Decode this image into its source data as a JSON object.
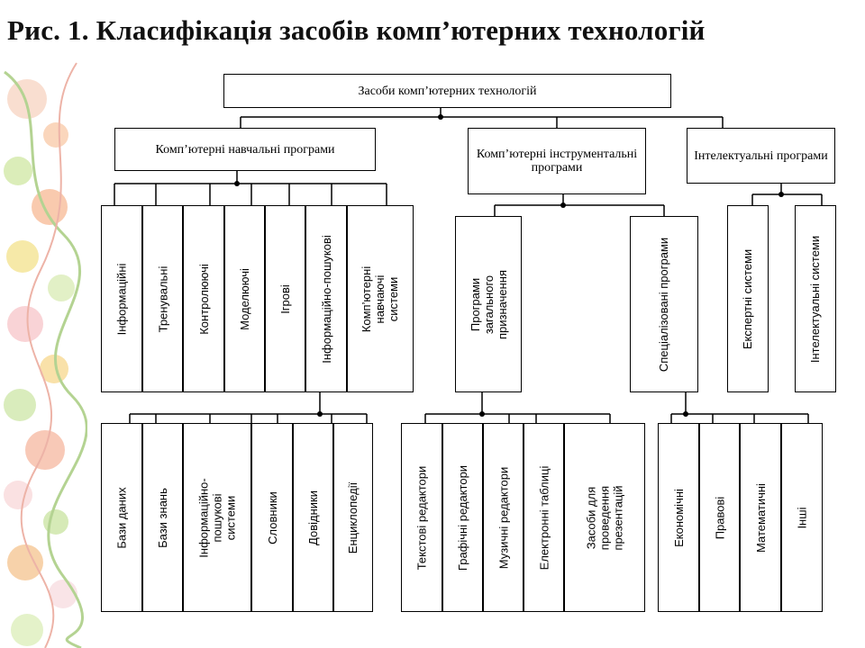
{
  "title": "Рис. 1. Класифікація засобів комп’ютерних технологій",
  "root": "Засоби комп’ютерних технологій",
  "groups": {
    "educational": {
      "label": "Комп’ютерні навчальні програми",
      "items": [
        "Інформаційні",
        "Тренувальні",
        "Контролюючі",
        "Моделюючі",
        "Ігрові",
        "Інформаційно-пошукові",
        "Комп’ютерні навчаючі системи"
      ],
      "sub_items": [
        "Бази даних",
        "Бази знань",
        "Інформаційно-пошукові системи",
        "Словники",
        "Довідники",
        "Енциклопедії"
      ]
    },
    "instrumental": {
      "label": "Комп’ютерні інструментальні програми",
      "general": "Програми загального призначення",
      "special": "Спеціалізовані програми",
      "general_items": [
        "Текстові редактори",
        "Графічні редактори",
        "Музичні редактори",
        "Електронні таблиці",
        "Засоби для проведення презентацій"
      ],
      "special_items": [
        "Економічні",
        "Правові",
        "Математичні",
        "Інші"
      ]
    },
    "intellectual": {
      "label": "Інтелектуальні програми",
      "items": [
        "Експертні системи",
        "Інтелектуальні системи"
      ]
    }
  }
}
